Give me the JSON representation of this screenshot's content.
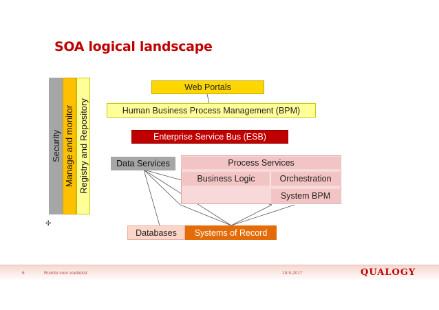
{
  "title": "SOA logical landscape",
  "side_bars": {
    "security": "Security",
    "manage": "Manage and monitor",
    "registry": "Registry and Repository"
  },
  "boxes": {
    "web_portals": "Web Portals",
    "bpm": "Human Business Process Management (BPM)",
    "esb": "Enterprise Service Bus (ESB)",
    "data_services": "Data Services",
    "process_services": "Process Services",
    "business_logic": "Business Logic",
    "orchestration": "Orchestration",
    "system_bpm": "System BPM",
    "databases": "Databases",
    "systems_of_record": "Systems of Record"
  },
  "footer": {
    "page_number": "6",
    "note": "Ruimte voor voettekst",
    "date": "19-5-2017",
    "logo": "QUALOGY"
  },
  "colors": {
    "title": "#c00000",
    "web_portals": "#ffd700",
    "bpm": "#ffff99",
    "esb": "#c00000",
    "data_services": "#a6a6a6",
    "process_services": "#f2c4c4",
    "databases": "#fbd5c8",
    "systems_of_record": "#e36c09",
    "security": "#a6a6a6",
    "manage": "#ffc000",
    "registry": "#ffff99"
  }
}
